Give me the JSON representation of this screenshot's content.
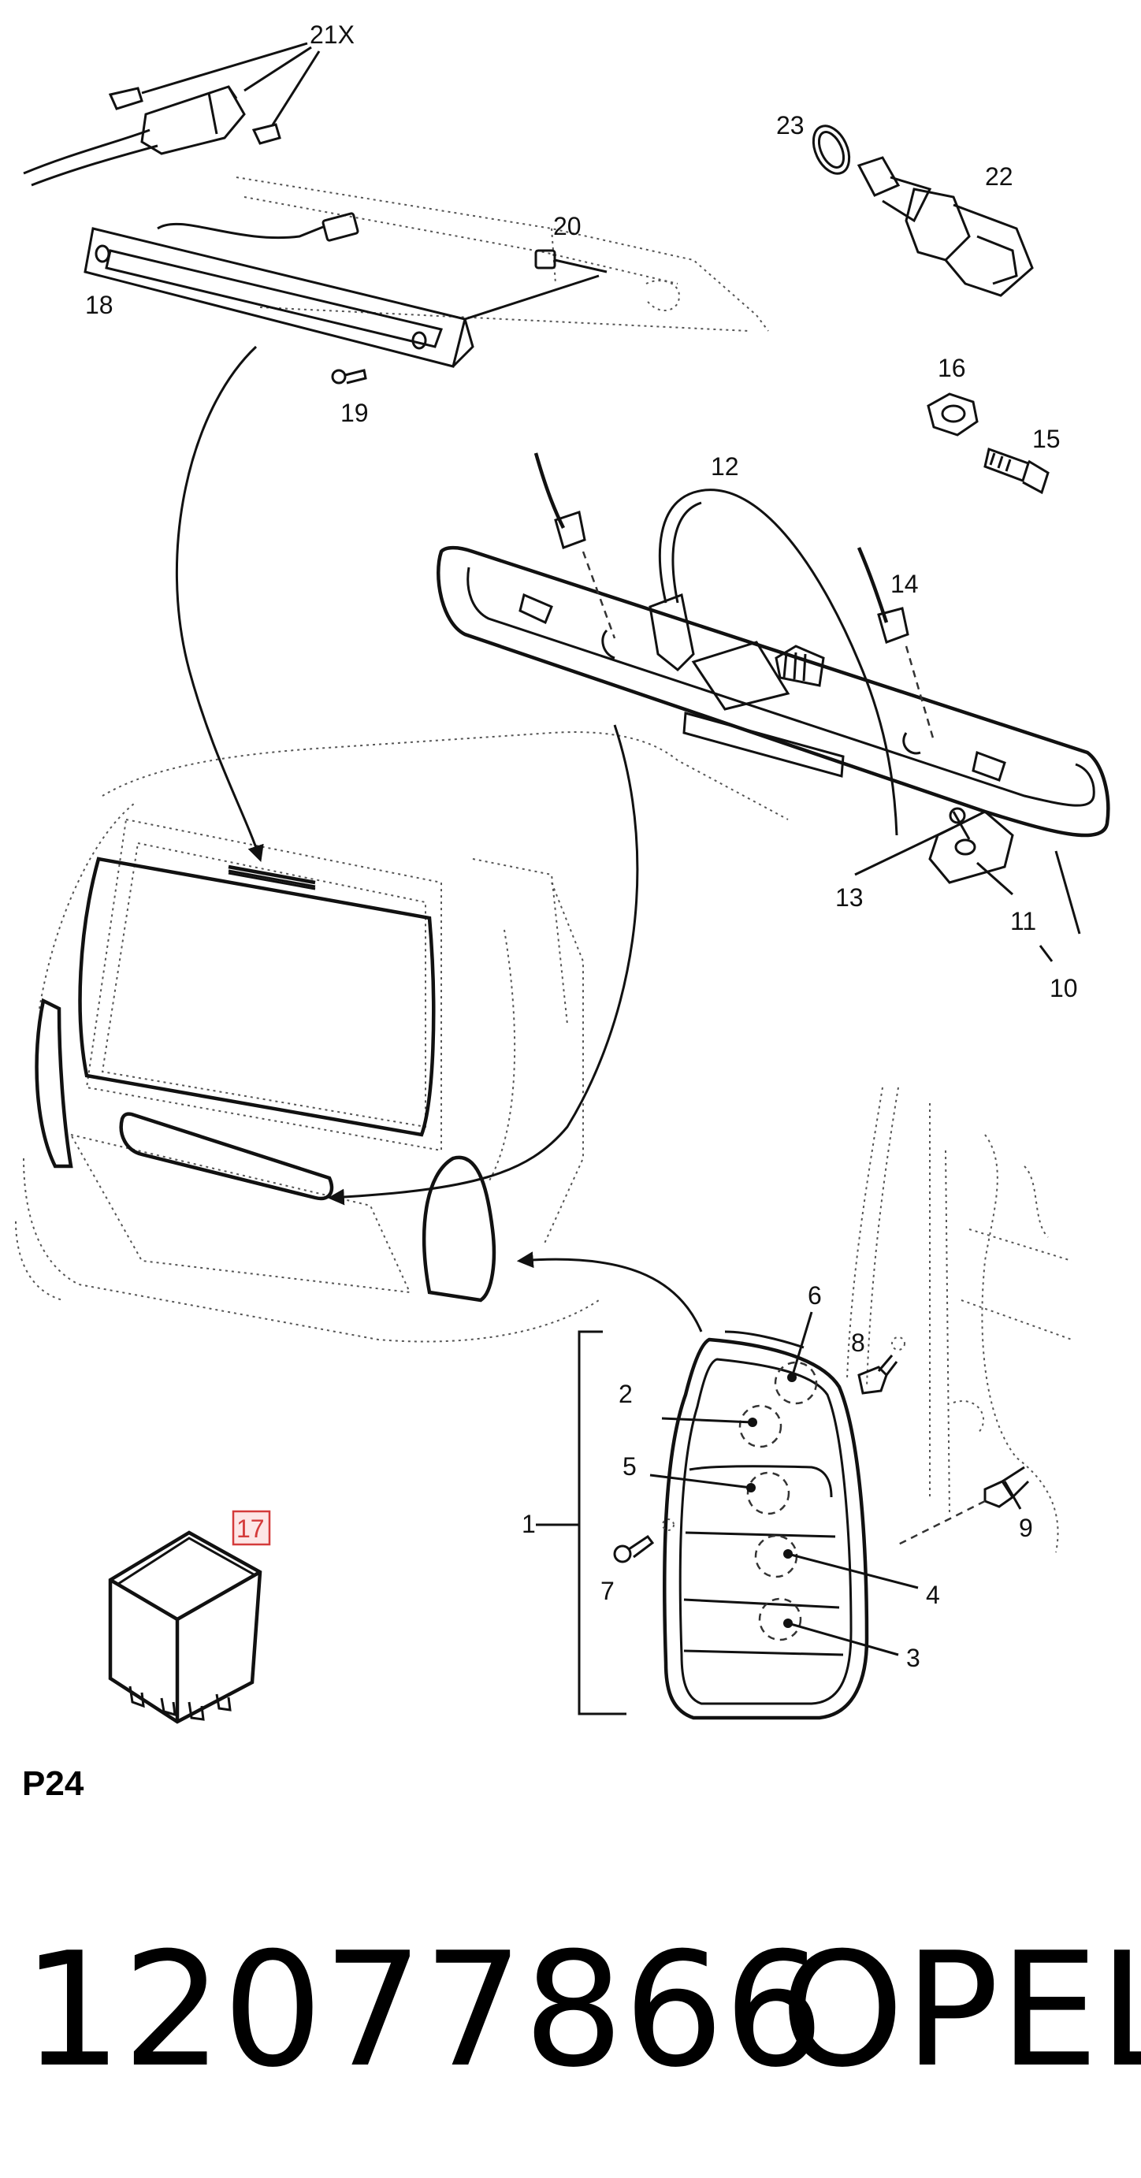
{
  "labels": {
    "p1": "1",
    "p2": "2",
    "p3": "3",
    "p4": "4",
    "p5": "5",
    "p6": "6",
    "p7": "7",
    "p8": "8",
    "p9": "9",
    "p10": "10",
    "p11": "11",
    "p12": "12",
    "p13": "13",
    "p14": "14",
    "p15": "15",
    "p16": "16",
    "p17": "17",
    "p18": "18",
    "p19": "19",
    "p20": "20",
    "p21": "21X",
    "p22": "22",
    "p23": "23"
  },
  "section": "P24",
  "footer": {
    "part_number": "12077866",
    "brand": "OPEL"
  },
  "colors": {
    "highlight": "#d43b3b",
    "highlight_bg": "#fde6e6",
    "ink": "#111111"
  }
}
